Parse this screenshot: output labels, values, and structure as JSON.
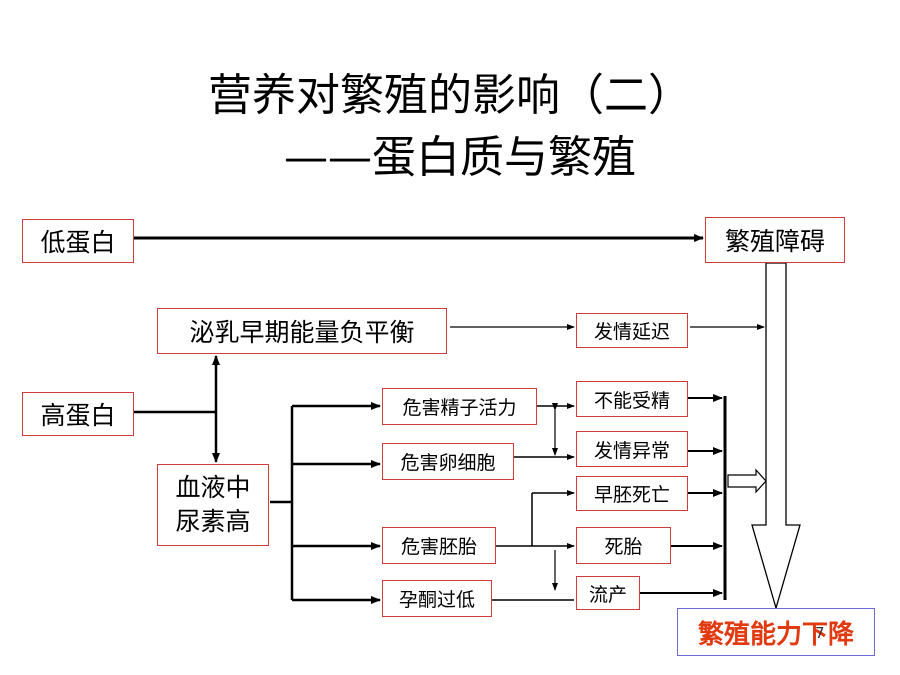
{
  "title": {
    "line1": "营养对繁殖的影响（二）",
    "line2": "——蛋白质与繁殖"
  },
  "nodes": {
    "low_protein": "低蛋白",
    "repro_disorder": "繁殖障碍",
    "lactation_energy": "泌乳早期能量负平衡",
    "estrus_delay": "发情延迟",
    "high_protein": "高蛋白",
    "blood_urea_1": "血液中",
    "blood_urea_2": "尿素高",
    "sperm_harm": "危害精子活力",
    "egg_harm": "危害卵细胞",
    "embryo_harm": "危害胚胎",
    "progesterone_low": "孕酮过低",
    "no_fertilize": "不能受精",
    "estrus_abnormal": "发情异常",
    "early_embryo_death": "早胚死亡",
    "stillbirth": "死胎",
    "abortion": "流产",
    "fertility_decline": "繁殖能力下降"
  },
  "page_number": "7"
}
